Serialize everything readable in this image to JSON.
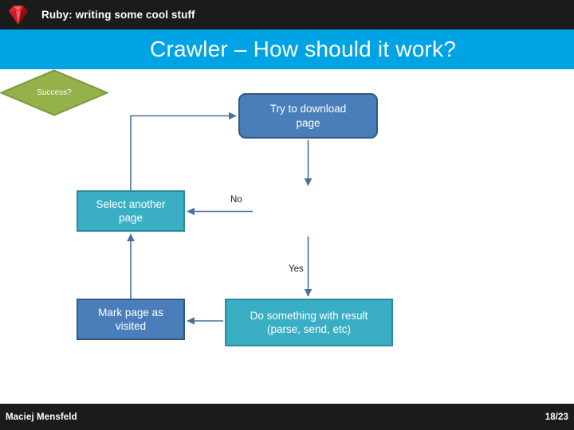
{
  "topbar": {
    "logo_icon": "ruby-gem-icon",
    "title": "Ruby: writing some cool stuff",
    "background": "#1b1b1b"
  },
  "banner": {
    "title": "Crawler – How should it work?",
    "background": "#00a3e4",
    "text_color": "#ffffff"
  },
  "diagram": {
    "nodes": [
      {
        "id": "download",
        "label": "Try to download\npage",
        "shape": "rounded-rect",
        "fill": "#4a7ebb",
        "stroke": "#35587f"
      },
      {
        "id": "select",
        "label": "Select another\npage",
        "shape": "rect",
        "fill": "#3aaec4",
        "stroke": "#2d8a9c"
      },
      {
        "id": "success",
        "label": "Success?",
        "shape": "diamond",
        "fill": "#94b14a",
        "stroke": "#7d9a3c"
      },
      {
        "id": "mark",
        "label": "Mark page as\nvisited",
        "shape": "rect",
        "fill": "#4a7ebb",
        "stroke": "#35587f"
      },
      {
        "id": "dosomething",
        "label": "Do something with result\n(parse, send, etc)",
        "shape": "rect",
        "fill": "#3aaec4",
        "stroke": "#2d8a9c"
      }
    ],
    "node_labels": {
      "download_line1": "Try to download",
      "download_line2": "page",
      "select_line1": "Select another",
      "select_line2": "page",
      "success": "Success?",
      "mark_line1": "Mark page as",
      "mark_line2": "visited",
      "dosomething_line1": "Do something with result",
      "dosomething_line2": "(parse, send, etc)"
    },
    "edges": [
      {
        "from": "select",
        "to": "download",
        "label": "",
        "style": "elbow-up-right"
      },
      {
        "from": "download",
        "to": "success",
        "label": "",
        "style": "straight-down"
      },
      {
        "from": "success",
        "to": "select",
        "label": "No",
        "style": "straight-left"
      },
      {
        "from": "success",
        "to": "dosomething",
        "label": "Yes",
        "style": "straight-down"
      },
      {
        "from": "dosomething",
        "to": "mark",
        "label": "",
        "style": "straight-left"
      },
      {
        "from": "mark",
        "to": "select",
        "label": "",
        "style": "straight-up"
      }
    ],
    "edge_labels": {
      "no": "No",
      "yes": "Yes"
    },
    "connector_color": "#45719e"
  },
  "footer": {
    "author": "Maciej Mensfeld",
    "page": "18/23",
    "background": "#1b1b1b"
  }
}
